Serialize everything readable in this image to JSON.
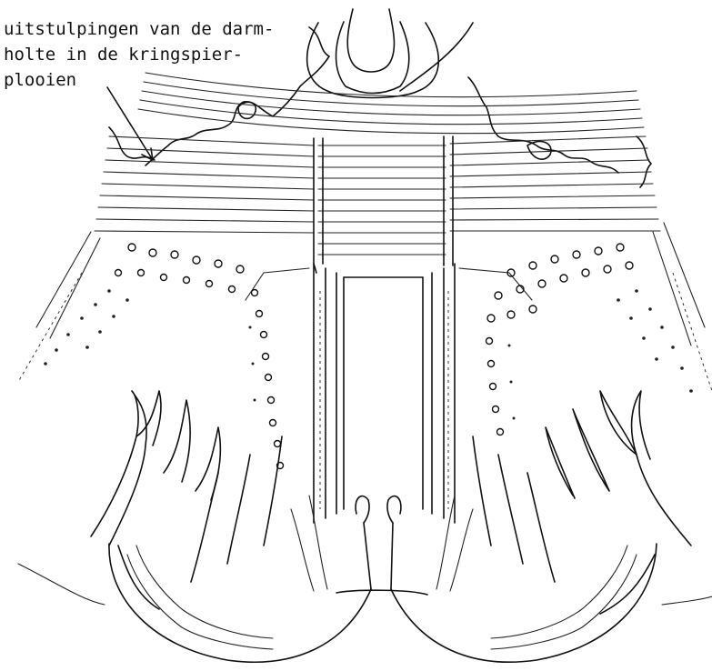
{
  "annotation": {
    "lines": [
      "uitstulpingen van de darm-",
      "holte in de kringspier-",
      "plooien"
    ]
  },
  "colors": {
    "ink": "#111111",
    "paper": "#ffffff"
  }
}
